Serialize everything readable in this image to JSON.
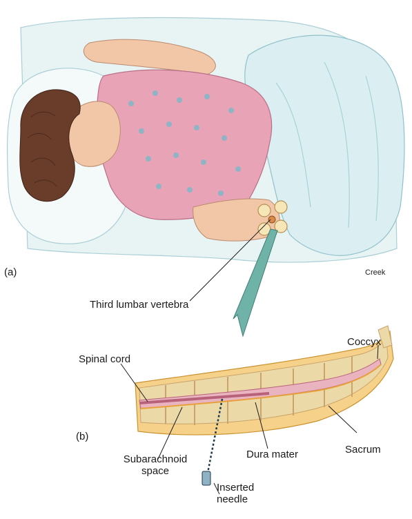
{
  "panels": {
    "a": "(a)",
    "b": "(b)"
  },
  "credit": "Creek",
  "labels": {
    "third_lumbar_vertebra": "Third lumbar vertebra",
    "coccyx": "Coccyx",
    "spinal_cord": "Spinal cord",
    "subarachnoid_line1": "Subarachnoid",
    "subarachnoid_line2": "space",
    "dura_mater": "Dura mater",
    "sacrum": "Sacrum",
    "inserted_line1": "Inserted",
    "inserted_line2": "needle"
  },
  "colors": {
    "gown": "#e9a3b6",
    "gown_flower": "#7fb8c8",
    "hair": "#6a3d2b",
    "skin": "#f1c7a8",
    "sheet": "#dfeef0",
    "bone": "#ecd9a8",
    "bone_edge": "#c9a36a",
    "cord": "#b8627a",
    "dura": "#e7a03c",
    "needle": "#1c3a4a",
    "arrow": "#6fb3a8"
  }
}
